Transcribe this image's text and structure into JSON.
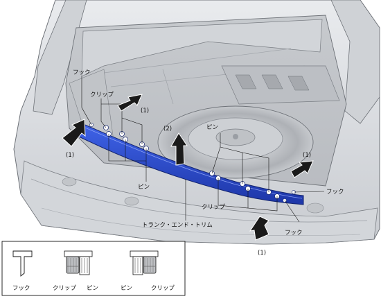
{
  "labels": {
    "hook": "フック",
    "clip": "クリップ",
    "pin": "ピン",
    "trim": "トランク・エンド・トリム",
    "step1": "(1)",
    "step2": "(2)"
  },
  "legend": {
    "hook": "フック",
    "clip": "クリップ",
    "pin": "ピン"
  },
  "colors": {
    "trim": "#2d4fd6",
    "trim_dark": "#1b2f8f",
    "body": "#dadde1",
    "cargo": "#c9ccd0",
    "arrow": "#1a1a1a"
  }
}
